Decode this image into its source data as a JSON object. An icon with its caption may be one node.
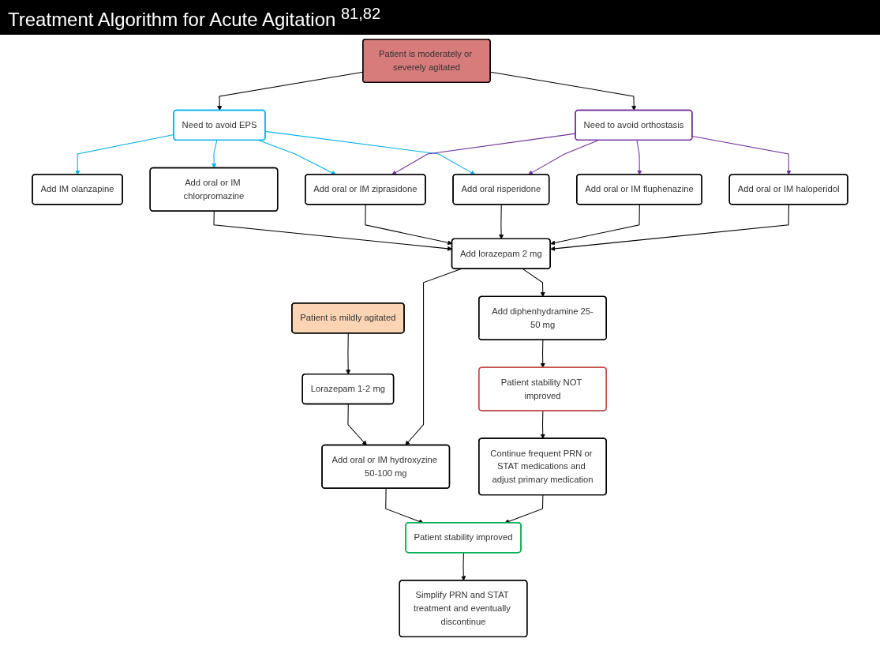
{
  "diagram": {
    "title": "Treatment Algorithm for Acute Agitation $^{81,82}$",
    "nodes": [
      {
        "text": [
          "Patient is mildly agitated"
        ]
      },
      {
        "text": [
          "Patient is moderately or severely agitated"
        ]
      },
      {
        "text": [
          "Need to avoid EPS"
        ]
      },
      {
        "text": [
          "Need to avoid orthostasis"
        ]
      },
      {
        "text": [
          "Add IM olanzapine"
        ]
      },
      {
        "text": [
          "Add oral or IM chlorpromazine"
        ]
      },
      {
        "text": [
          "Add oral or IM ziprasidone"
        ]
      },
      {
        "text": [
          "Add oral risperidone"
        ]
      },
      {
        "text": [
          "Add oral or IM fluphenazine"
        ]
      },
      {
        "text": [
          "Add oral or IM haloperidol"
        ]
      },
      {
        "text": [
          "Add lorazepam 2 mg"
        ]
      },
      {
        "text": [
          "Lorazepam 1-2 mg"
        ]
      },
      {
        "text": [
          "Add oral or IM hydroxyzine 50-100 mg"
        ]
      },
      {
        "text": [
          "Add diphenhydramine 25-50 mg"
        ]
      },
      {
        "text": [
          "Patient stability improved"
        ]
      },
      {
        "text": [
          "Patient stability NOT improved"
        ]
      },
      {
        "text": [
          "Simplify PRN and STAT treatment and eventually discontinue"
        ]
      },
      {
        "text": [
          "Continue frequent PRN or STAT medications and adjust primary medication"
        ]
      }
    ],
    "edges": [
      {
        "from": 1,
        "to": 2,
        "arrow": "to"
      },
      {
        "from": 1,
        "to": 3,
        "arrow": "to"
      },
      {
        "from": 2,
        "to": 4,
        "arrow": "to",
        "color": "#00b0f0"
      },
      {
        "from": 2,
        "to": 5,
        "arrow": "to",
        "color": "#00b0f0"
      },
      {
        "from": 2,
        "to": 6,
        "arrow": "to",
        "color": "#00b0f0"
      },
      {
        "from": 2,
        "to": 7,
        "arrow": "to",
        "color": "#00b0f0"
      },
      {
        "from": 3,
        "to": 6,
        "arrow": "to",
        "color": "#7030a0"
      },
      {
        "from": 3,
        "to": 7,
        "arrow": "to",
        "color": "#7030a0"
      },
      {
        "from": 3,
        "to": 8,
        "arrow": "to",
        "color": "#7030a0"
      },
      {
        "from": 3,
        "to": 9,
        "arrow": "to",
        "color": "#7030a0"
      },
      {
        "from": 5,
        "to": 10,
        "arrow": "to"
      },
      {
        "from": 6,
        "to": 10,
        "arrow": "to"
      },
      {
        "from": 7,
        "to": 10,
        "arrow": "to"
      },
      {
        "from": 8,
        "to": 10,
        "arrow": "to"
      },
      {
        "from": 9,
        "to": 10,
        "arrow": "to"
      },
      {
        "from": 0,
        "to": 11,
        "arrow": "to"
      },
      {
        "from": 11,
        "to": 12,
        "arrow": "to"
      },
      {
        "from": 10,
        "to": 12,
        "arrow": "to"
      },
      {
        "from": 10,
        "to": 13,
        "arrow": "to"
      },
      {
        "from": 12,
        "to": 14,
        "arrow": "to"
      },
      {
        "from": 13,
        "to": 15,
        "arrow": "to"
      },
      {
        "from": 14,
        "to": 16,
        "arrow": "to"
      },
      {
        "from": 15,
        "to": 17,
        "arrow": "to"
      },
      {
        "from": 17,
        "to": 14,
        "arrow": "to"
      }
    ]
  }
}
